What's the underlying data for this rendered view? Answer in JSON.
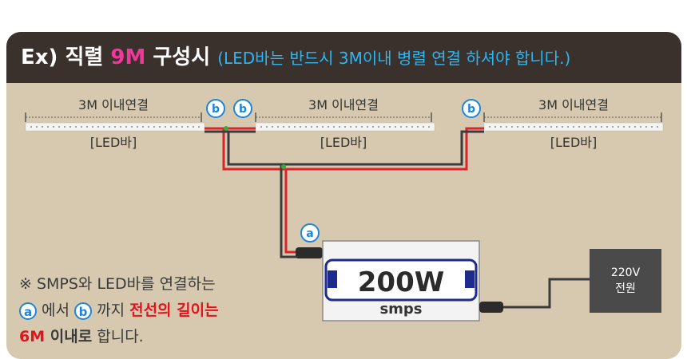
{
  "header": {
    "prefix": "Ex) 직렬 ",
    "highlight": "9M",
    "suffix": " 구성시 ",
    "note": "(LED바는 반드시 3M이내 병렬 연결 하셔야 합니다.)"
  },
  "segments": [
    {
      "length_label": "3M 이내연결",
      "strip_label": "[LED바]"
    },
    {
      "length_label": "3M 이내연결",
      "strip_label": "[LED바]"
    },
    {
      "length_label": "3M 이내연결",
      "strip_label": "[LED바]"
    }
  ],
  "markers": {
    "a": "ⓐ",
    "b": "ⓑ"
  },
  "smps": {
    "power": "200W",
    "label": "smps"
  },
  "power_source": {
    "voltage": "220V",
    "label": "전원"
  },
  "info": {
    "line1": "※ SMPS와 LED바를 연결하는",
    "line2_pre": " 에서 ",
    "line2_mid": " 까지 ",
    "line2_red": "전선의 길이는",
    "line3_red": "6M",
    "line3_bold": " 이내로",
    "line3_rest": " 합니다.",
    "marker_a": "a",
    "marker_b": "b"
  },
  "colors": {
    "background": "#d7c8b0",
    "header": "#3a302c",
    "accent_pink": "#f0379a",
    "accent_blue": "#2fb6f0",
    "wire_red": "#d8242b",
    "wire_black": "#3b3b3b",
    "wire_green": "#3aa83a",
    "marker_blue": "#1d86d8"
  }
}
